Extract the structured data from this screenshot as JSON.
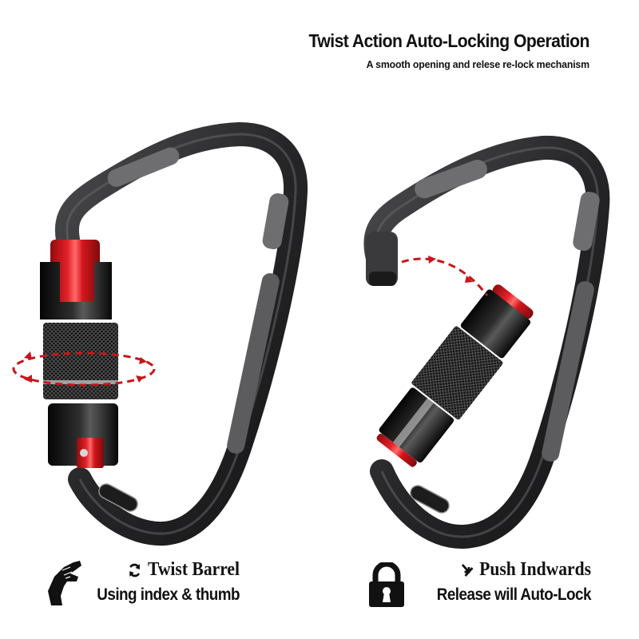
{
  "header": {
    "title": "Twist Action Auto-Locking Operation",
    "subtitle": "A smooth opening and relese re-lock mechanism"
  },
  "product": {
    "name": "carabiner",
    "body_color": "#2b2b2d",
    "inlay_color": "#6e6e70",
    "gate_color": "#1a1a1a",
    "barrel_accent_color": "#d0181b",
    "arrow_color": "#c8151b"
  },
  "panels": [
    {
      "state": "locked",
      "icon": "hand-pinch-icon",
      "action_icon": "rotate-arrows-icon",
      "action_label": "Twist Barrel",
      "detail_label": "Using index & thumb"
    },
    {
      "state": "open",
      "icon": "padlock-icon",
      "action_icon": "push-inward-arrow-icon",
      "action_label": "Push Indwards",
      "detail_label": "Release will Auto-Lock"
    }
  ]
}
